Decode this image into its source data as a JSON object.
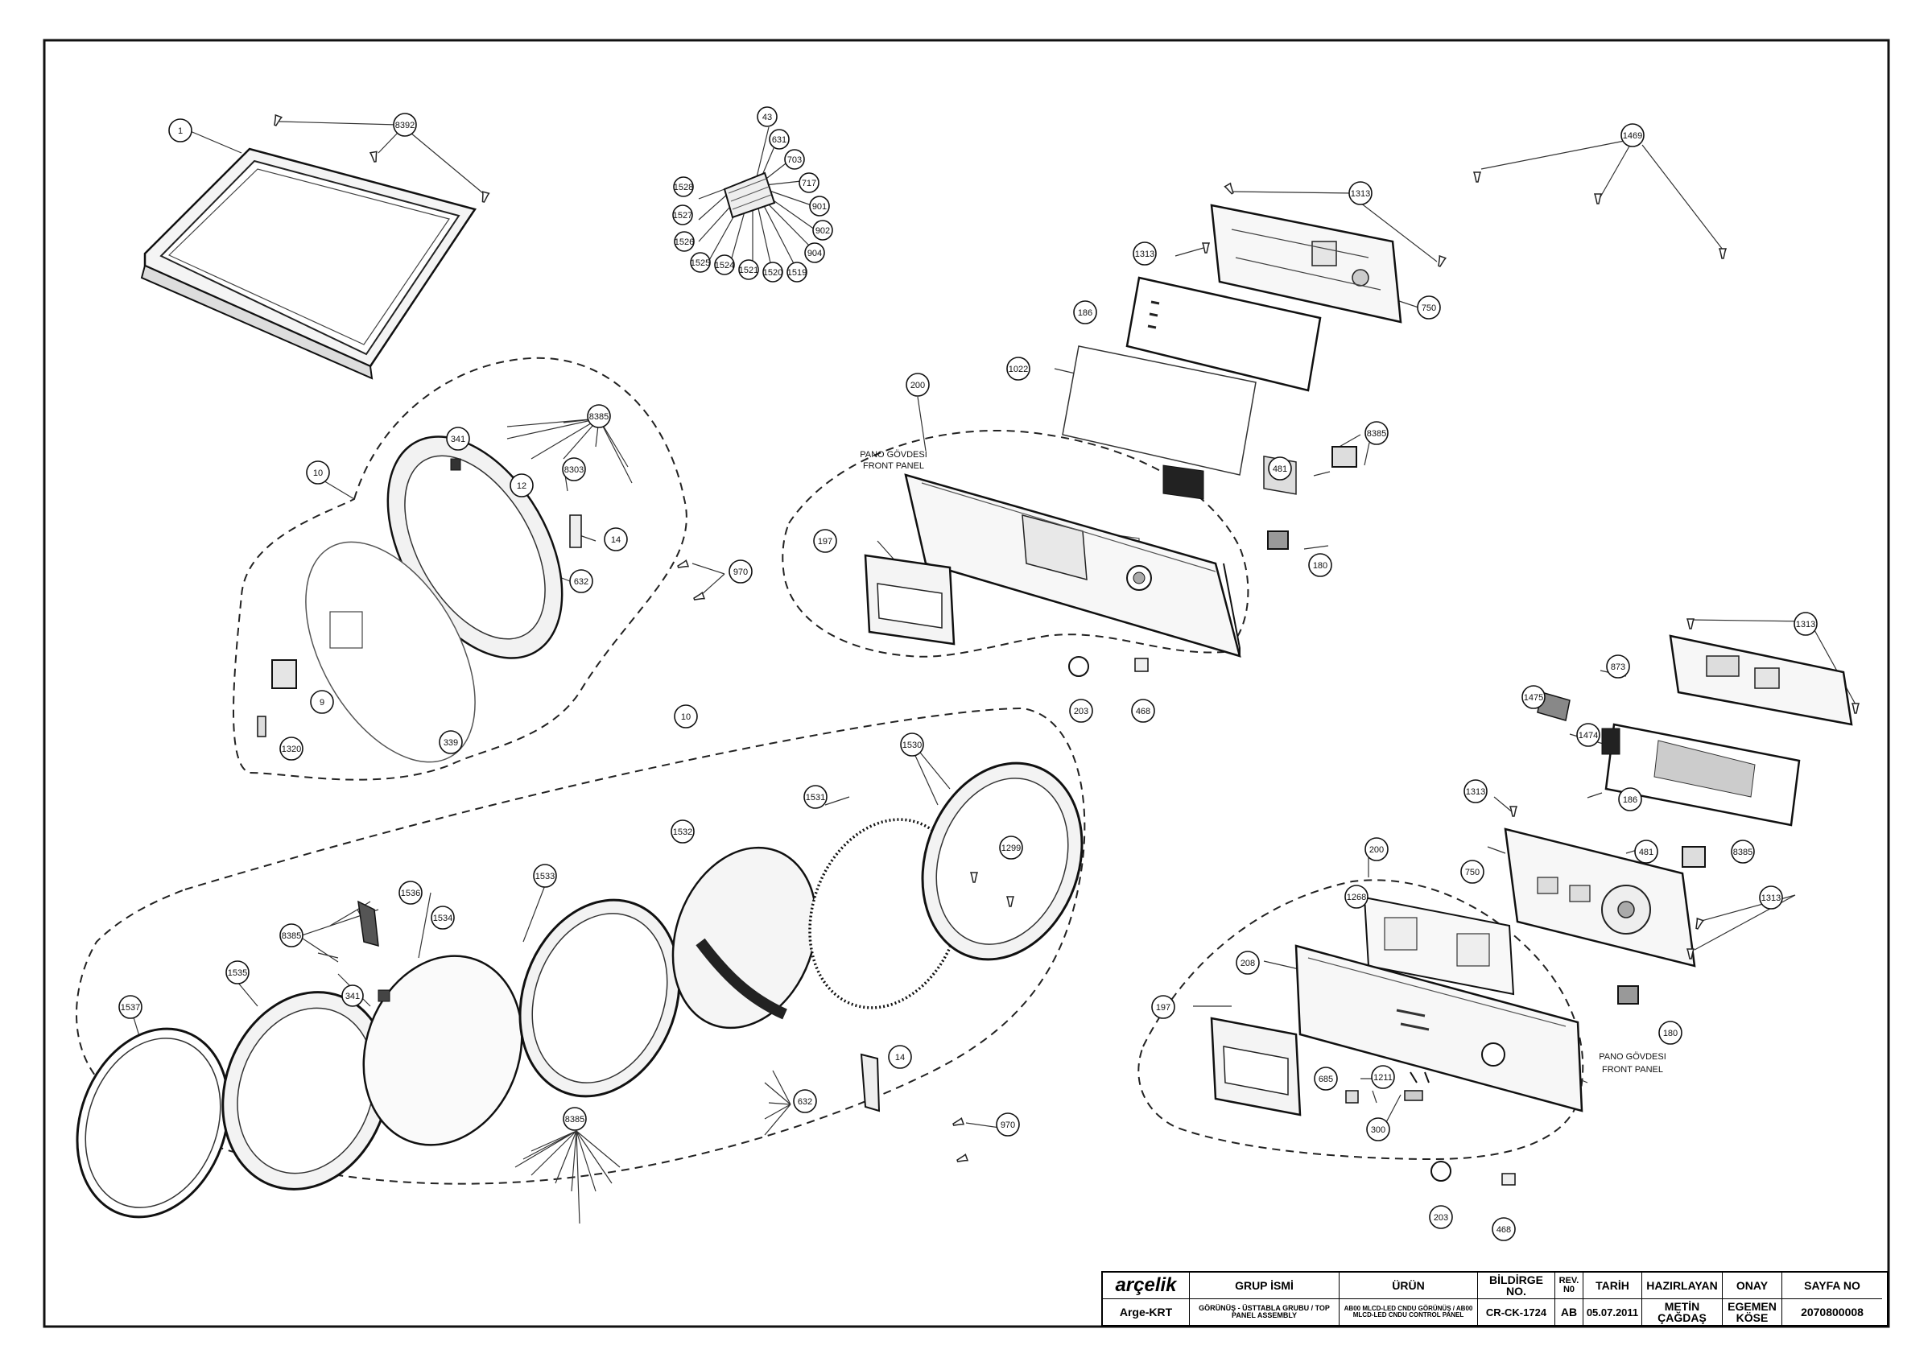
{
  "callouts": [
    {
      "id": "c1",
      "label": "1"
    },
    {
      "id": "c8392",
      "label": "8392"
    },
    {
      "id": "c43",
      "label": "43"
    },
    {
      "id": "c631",
      "label": "631"
    },
    {
      "id": "c703",
      "label": "703"
    },
    {
      "id": "c717",
      "label": "717"
    },
    {
      "id": "c901",
      "label": "901"
    },
    {
      "id": "c902",
      "label": "902"
    },
    {
      "id": "c904",
      "label": "904"
    },
    {
      "id": "c1519",
      "label": "1519"
    },
    {
      "id": "c1520",
      "label": "1520"
    },
    {
      "id": "c1521",
      "label": "1521"
    },
    {
      "id": "c1524",
      "label": "1524"
    },
    {
      "id": "c1525",
      "label": "1525"
    },
    {
      "id": "c1526",
      "label": "1526"
    },
    {
      "id": "c1527",
      "label": "1527"
    },
    {
      "id": "c1528",
      "label": "1528"
    },
    {
      "id": "c1469",
      "label": "1469"
    },
    {
      "id": "c1313a",
      "label": "1313"
    },
    {
      "id": "c1313b",
      "label": "1313"
    },
    {
      "id": "c750a",
      "label": "750"
    },
    {
      "id": "c186a",
      "label": "186"
    },
    {
      "id": "c1022",
      "label": "1022"
    },
    {
      "id": "c200a",
      "label": "200"
    },
    {
      "id": "c8385a",
      "label": "8385"
    },
    {
      "id": "c341a",
      "label": "341"
    },
    {
      "id": "c10a",
      "label": "10"
    },
    {
      "id": "c12",
      "label": "12"
    },
    {
      "id": "c8303",
      "label": "8303"
    },
    {
      "id": "c14a",
      "label": "14"
    },
    {
      "id": "c632a",
      "label": "632"
    },
    {
      "id": "c970a",
      "label": "970"
    },
    {
      "id": "c9",
      "label": "9"
    },
    {
      "id": "c1320",
      "label": "1320"
    },
    {
      "id": "c339",
      "label": "339"
    },
    {
      "id": "c197a",
      "label": "197"
    },
    {
      "id": "c8385b",
      "label": "8385"
    },
    {
      "id": "c481a",
      "label": "481"
    },
    {
      "id": "c180a",
      "label": "180"
    },
    {
      "id": "c203a",
      "label": "203"
    },
    {
      "id": "c468a",
      "label": "468"
    },
    {
      "id": "c1313c",
      "label": "1313"
    },
    {
      "id": "c873",
      "label": "873"
    },
    {
      "id": "c1475",
      "label": "1475"
    },
    {
      "id": "c1474",
      "label": "1474"
    },
    {
      "id": "c186b",
      "label": "186"
    },
    {
      "id": "c1313d",
      "label": "1313"
    },
    {
      "id": "c481b",
      "label": "481"
    },
    {
      "id": "c8385c",
      "label": "8385"
    },
    {
      "id": "c750b",
      "label": "750"
    },
    {
      "id": "c1313e",
      "label": "1313"
    },
    {
      "id": "c200b",
      "label": "200"
    },
    {
      "id": "c1268",
      "label": "1268"
    },
    {
      "id": "c208",
      "label": "208"
    },
    {
      "id": "c197b",
      "label": "197"
    },
    {
      "id": "c685",
      "label": "685"
    },
    {
      "id": "c1211",
      "label": "1211"
    },
    {
      "id": "c300",
      "label": "300"
    },
    {
      "id": "c180b",
      "label": "180"
    },
    {
      "id": "c203b",
      "label": "203"
    },
    {
      "id": "c468b",
      "label": "468"
    },
    {
      "id": "c10b",
      "label": "10"
    },
    {
      "id": "c1530",
      "label": "1530"
    },
    {
      "id": "c1531",
      "label": "1531"
    },
    {
      "id": "c1532",
      "label": "1532"
    },
    {
      "id": "c1533",
      "label": "1533"
    },
    {
      "id": "c1299",
      "label": "1299"
    },
    {
      "id": "c1536",
      "label": "1536"
    },
    {
      "id": "c1534",
      "label": "1534"
    },
    {
      "id": "c8385d",
      "label": "8385"
    },
    {
      "id": "c1535",
      "label": "1535"
    },
    {
      "id": "c341b",
      "label": "341"
    },
    {
      "id": "c1537",
      "label": "1537"
    },
    {
      "id": "c14b",
      "label": "14"
    },
    {
      "id": "c632b",
      "label": "632"
    },
    {
      "id": "c970b",
      "label": "970"
    },
    {
      "id": "c8385e",
      "label": "8385"
    }
  ],
  "panel_labels": {
    "upper_line1": "PANO GÖVDESI",
    "upper_line2": "FRONT PANEL",
    "lower_line1": "PANO GÖVDESI",
    "lower_line2": "FRONT PANEL"
  },
  "title_block": {
    "logo": "arçelik",
    "grup_header": "GRUP İSMİ",
    "urun_header": "ÜRÜN",
    "bildirge_header": "BİLDİRGE NO.",
    "rev_header": "REV. N0",
    "tarih_header": "TARİH",
    "hazirlayan_header": "HAZIRLAYAN",
    "onay_header": "ONAY",
    "sayfa_header": "SAYFA NO",
    "dept": "Arge-KRT",
    "grup_value": "GÖRÜNÜŞ - ÜSTTABLA GRUBU / TOP PANEL ASSEMBLY",
    "urun_value": "AB00 MLCD-LED CNDU GÖRÜNÜŞ / AB00 MLCD-LED CNDU CONTROL PANEL",
    "bildirge_value": "CR-CK-1724",
    "rev_value": "AB",
    "tarih_value": "05.07.2011",
    "hazirlayan_value": "METİN ÇAĞDAŞ",
    "onay_value": "EGEMEN KÖSE",
    "sayfa_value": "2070800008"
  }
}
